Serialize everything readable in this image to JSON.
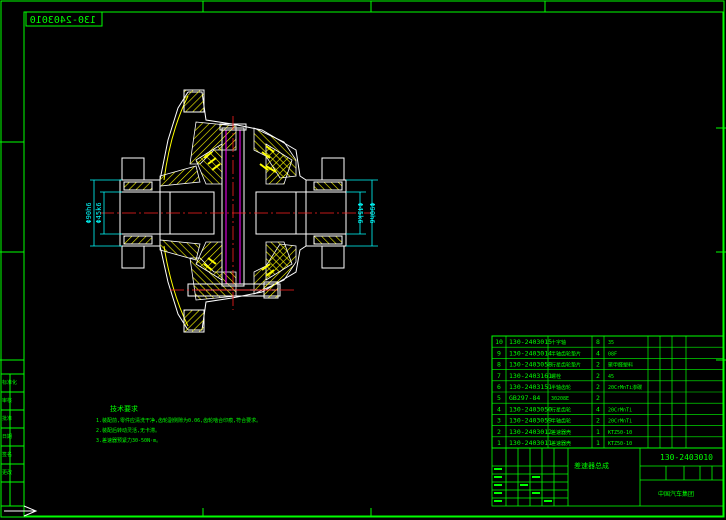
{
  "drawing": {
    "code_mirrored": "130-2403010",
    "title_block_code": "130-2403010",
    "assembly_name": "差速器总成",
    "company": "中国汽车集团"
  },
  "dimensions": {
    "left_outer": "Φ90h6",
    "left_inner": "Φ45k6",
    "right_inner": "Φ45k6",
    "right_outer": "Φ90h6"
  },
  "notes": {
    "title": "技术要求",
    "lines": [
      "1.装配前,零件应清洗干净,齿轮副侧隙为0.06,齿轮啮合印痕,符合要求。",
      "2.装配后转动灵活,无卡滞。",
      "3.差速器预紧力30-50N·m。"
    ]
  },
  "bom": {
    "rows": [
      {
        "no": "10",
        "code": "130-2403015",
        "name": "十字轴",
        "qty": "8",
        "material": "35"
      },
      {
        "no": "9",
        "code": "130-2403014",
        "name": "半轴齿轮垫片",
        "qty": "4",
        "material": "08F"
      },
      {
        "no": "8",
        "code": "130-2403058",
        "name": "行星齿轮垫片",
        "qty": "2",
        "material": "聚甲醛塑料"
      },
      {
        "no": "7",
        "code": "130-2403161",
        "name": "螺栓",
        "qty": "2",
        "material": "45"
      },
      {
        "no": "6",
        "code": "130-2403151",
        "name": "半轴齿轮",
        "qty": "2",
        "material": "20CrMnTi渗碳"
      },
      {
        "no": "5",
        "code": "GB297-84",
        "name": "30208E",
        "qty": "2",
        "material": ""
      },
      {
        "no": "4",
        "code": "130-2403050",
        "name": "行星齿轮",
        "qty": "4",
        "material": "20CrMnTi"
      },
      {
        "no": "3",
        "code": "130-2403059",
        "name": "半轴齿轮",
        "qty": "2",
        "material": "20CrMnTi"
      },
      {
        "no": "2",
        "code": "130-2403012",
        "name": "差速器壳",
        "qty": "1",
        "material": "KTZ50-10"
      },
      {
        "no": "1",
        "code": "130-2403011",
        "name": "差速器壳",
        "qty": "1",
        "material": "KTZ50-10"
      }
    ]
  },
  "left_strip": [
    "标准化",
    "审核",
    "批准",
    "日期",
    "签名",
    "更改"
  ],
  "colors": {
    "background": "#000000",
    "frame": "#00ff00",
    "section_outline": "#ffffff",
    "hatch": "#ffff00",
    "centerline": "#ff2020",
    "dimension": "#00ffff",
    "shaft": "#ff00ff",
    "bolt": "#ff8080"
  }
}
